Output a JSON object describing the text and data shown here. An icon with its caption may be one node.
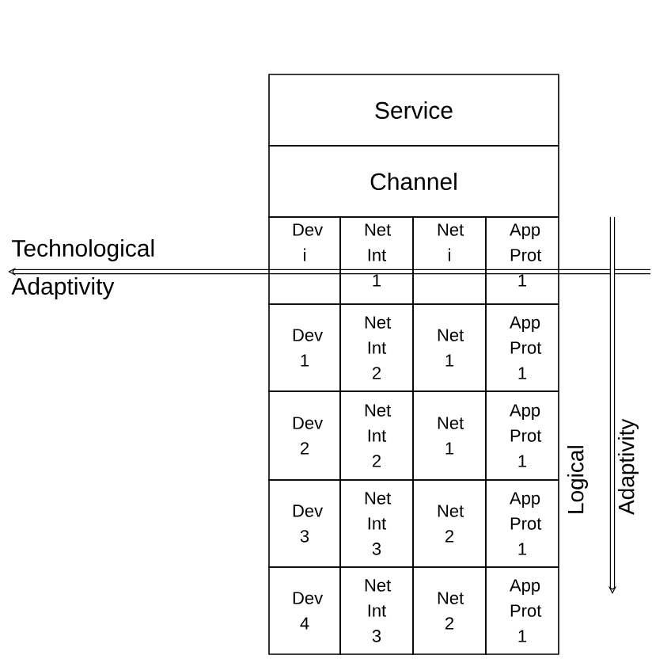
{
  "diagram": {
    "labels": [
      "Service",
      "Channel",
      "Technological Adaptivity",
      "Dev i",
      "Net Int 1",
      "Net i",
      "App Prot 1",
      "Dev 1",
      "Net Int 2",
      "Net 1",
      "App Prot 1",
      "Dev 2",
      "Net Int 2",
      "Net 1",
      "App Prot 1",
      "Logical Adaptivity",
      "Dev 3",
      "Net Int 3",
      "Net 2",
      "App Prot 1",
      "Dev 4",
      "Net Int 3",
      "Net 2",
      "App Prot 1"
    ]
  }
}
